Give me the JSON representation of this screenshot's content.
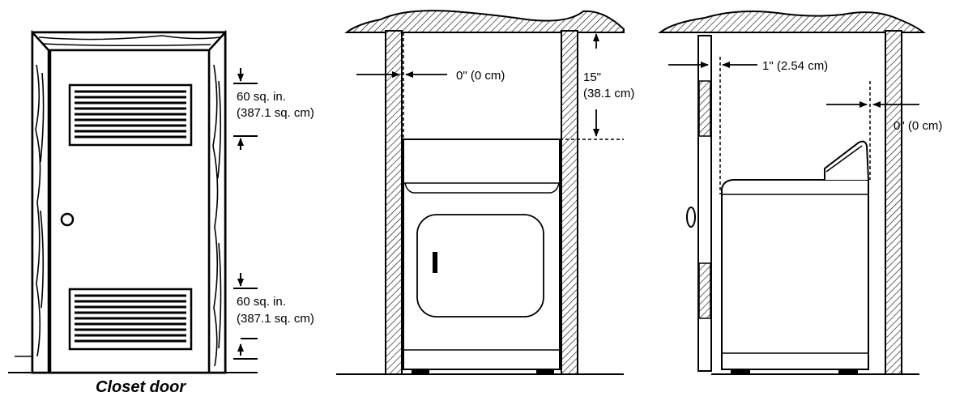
{
  "door_panel": {
    "caption": "Closet door",
    "top_vent_area": "60 sq. in.",
    "top_vent_area_metric": "(387.1 sq. cm)",
    "bottom_vent_area": "60 sq. in.",
    "bottom_vent_area_metric": "(387.1 sq. cm)"
  },
  "front_view": {
    "side_clearance": "0\" (0 cm)",
    "top_clearance": "15\"",
    "top_clearance_metric": "(38.1 cm)"
  },
  "side_view": {
    "rear_clearance": "1\" (2.54 cm)",
    "front_clearance": "0\" (0 cm)"
  }
}
